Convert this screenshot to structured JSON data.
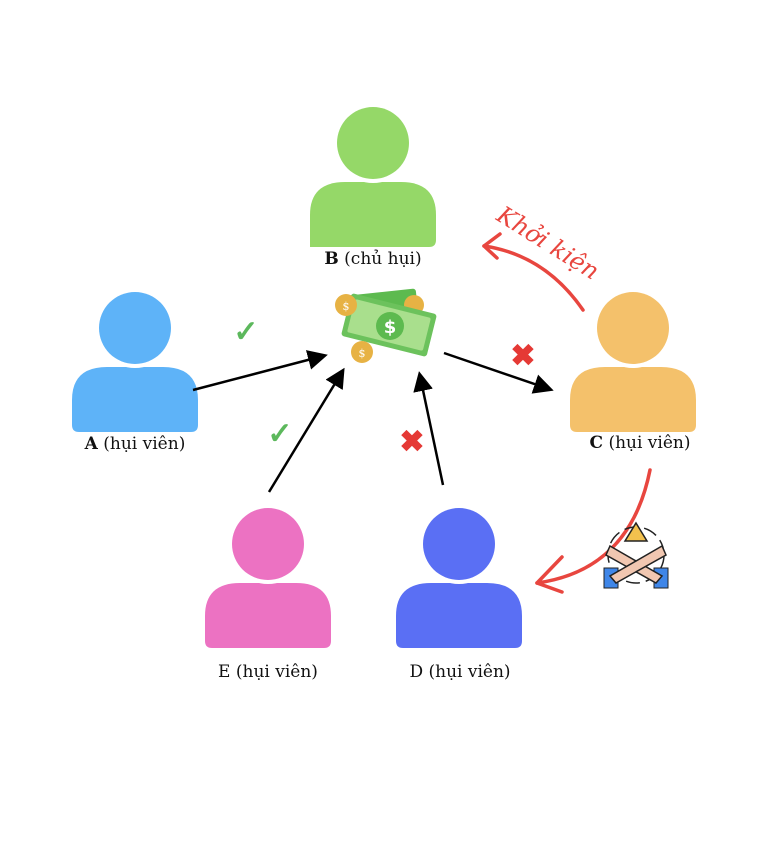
{
  "members": {
    "B": {
      "letter": "B",
      "role": "(chủ hụi)",
      "color": "#95d868"
    },
    "A": {
      "letter": "A",
      "role": "(hụi viên)",
      "color": "#5eb3f8"
    },
    "C": {
      "letter": "C",
      "role": "(hụi viên)",
      "color": "#f4c16b"
    },
    "E": {
      "letter": "E",
      "role": "(hụi viên)",
      "color": "#ec72c2"
    },
    "D": {
      "letter": "D",
      "role": "(hụi viên)",
      "color": "#5a6ff4"
    }
  },
  "annotations": {
    "lawsuit": "Khởi kiện",
    "check_symbol": "✓",
    "cross_symbol": "✖",
    "check_color": "#5cb85c",
    "cross_color": "#e53935",
    "lawsuit_color": "#e8463f"
  },
  "icons": {
    "money": "money-stack-icon",
    "refuse": "crossed-arms-warning-icon"
  }
}
